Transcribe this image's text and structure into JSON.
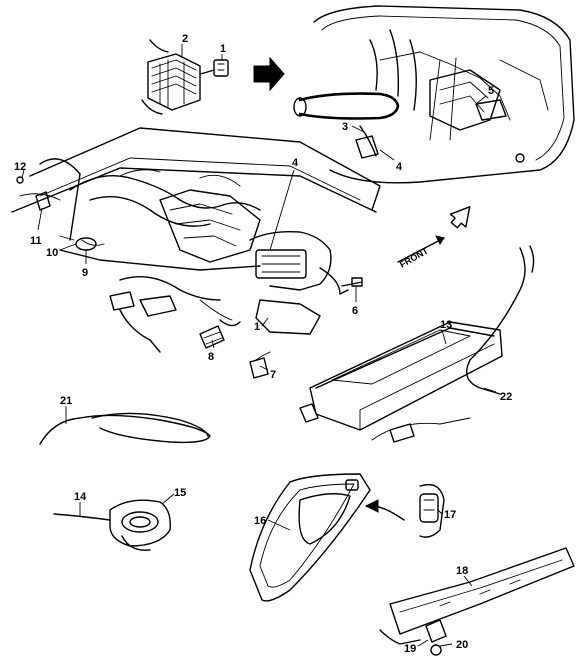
{
  "callouts": [
    {
      "id": "c1",
      "text": "1"
    },
    {
      "id": "c2",
      "text": "2"
    },
    {
      "id": "c3",
      "text": "3"
    },
    {
      "id": "c4a",
      "text": "4"
    },
    {
      "id": "c4b",
      "text": "4"
    },
    {
      "id": "c5",
      "text": "5"
    },
    {
      "id": "c6",
      "text": "6"
    },
    {
      "id": "c7",
      "text": "7"
    },
    {
      "id": "c8",
      "text": "8"
    },
    {
      "id": "c9",
      "text": "9"
    },
    {
      "id": "c10",
      "text": "10"
    },
    {
      "id": "c11",
      "text": "11"
    },
    {
      "id": "c12",
      "text": "12"
    },
    {
      "id": "c13",
      "text": "13"
    },
    {
      "id": "c14",
      "text": "14"
    },
    {
      "id": "c15",
      "text": "15"
    },
    {
      "id": "c16",
      "text": "16"
    },
    {
      "id": "c17",
      "text": "17"
    },
    {
      "id": "c18",
      "text": "18"
    },
    {
      "id": "c19",
      "text": "19"
    },
    {
      "id": "c20",
      "text": "20"
    },
    {
      "id": "c21",
      "text": "21"
    },
    {
      "id": "c22",
      "text": "22"
    },
    {
      "id": "c1b",
      "text": "1"
    }
  ],
  "direction_label": "FRONT",
  "icons": [
    "front-direction-arrow-icon",
    "view-arrow-icon",
    "detail-arrow-icon"
  ]
}
